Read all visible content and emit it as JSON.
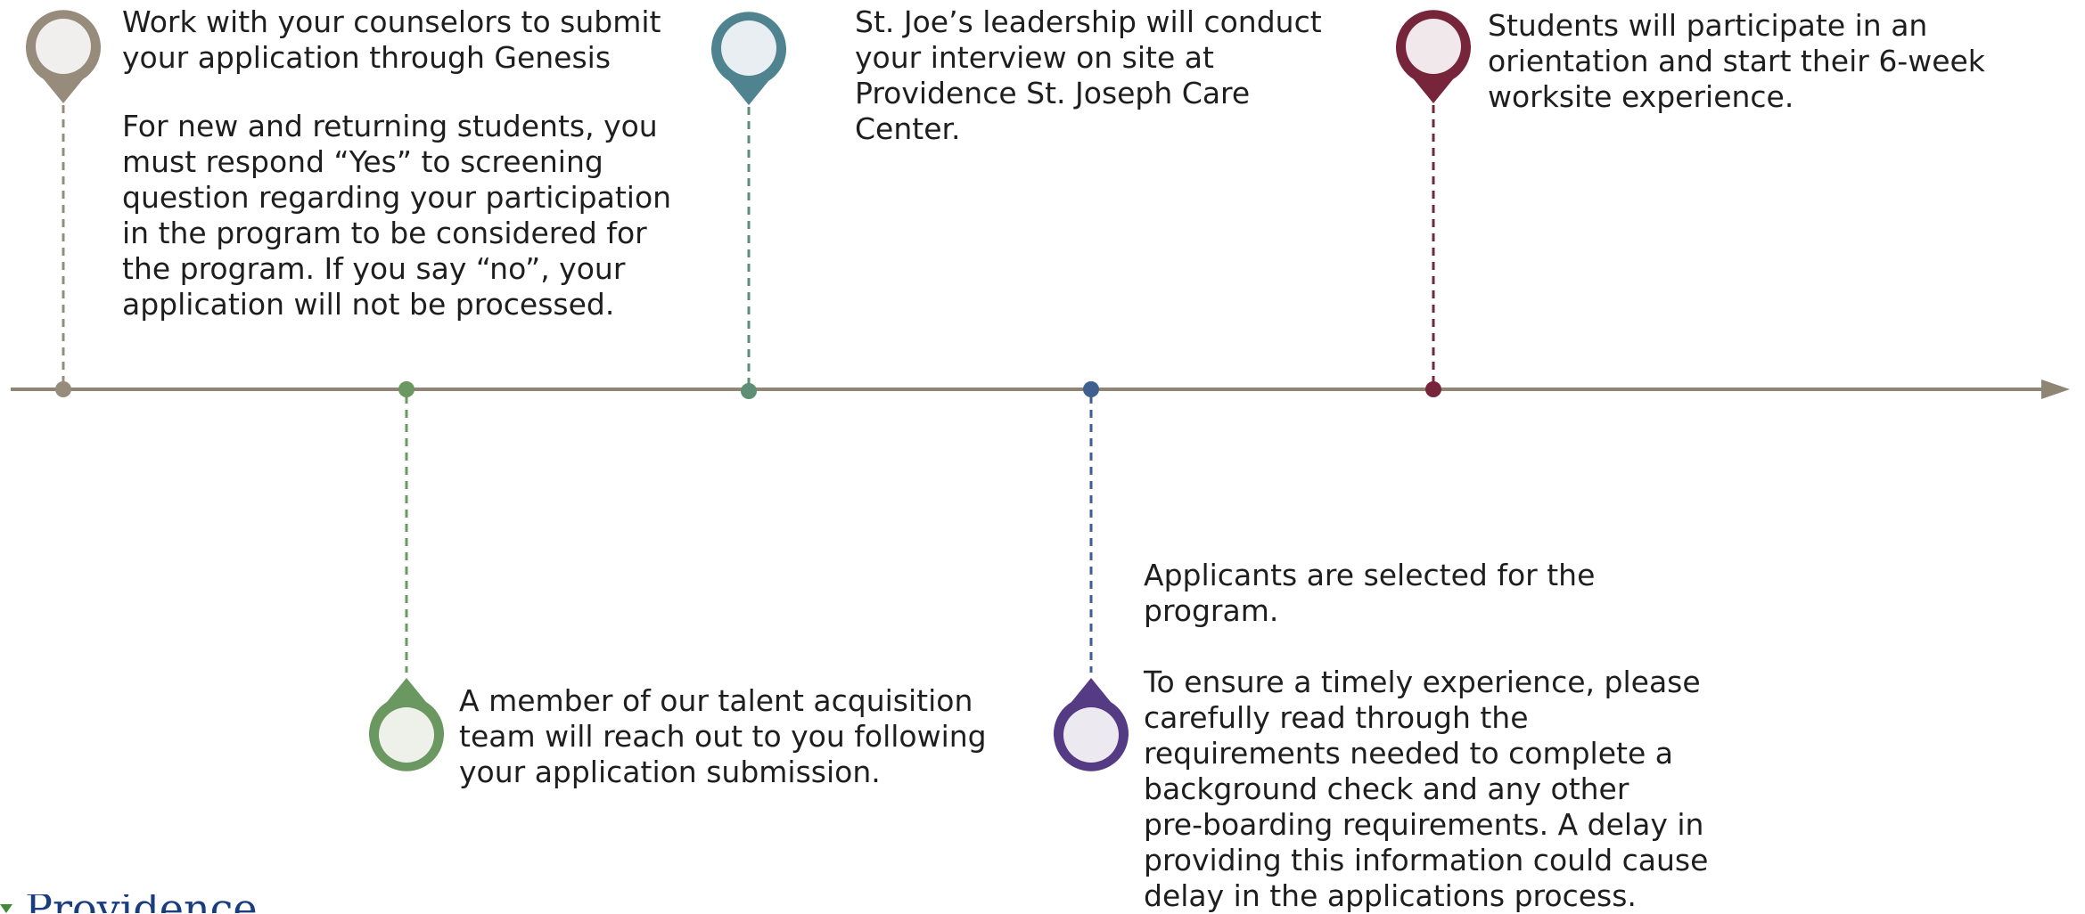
{
  "colors": {
    "axis": "#8e8574",
    "step1": "#978c7c",
    "step2": "#6b9760",
    "step3": "#4f8390",
    "step4": "#3f5f8e",
    "step4_pin": "#553a84",
    "step5": "#76253b"
  },
  "steps": [
    {
      "id": "step1",
      "text": "Work with your counselors to submit\nyour application through Genesis"
    },
    {
      "id": "step1-note",
      "text": "For new and returning students, you\nmust respond “Yes” to screening\nquestion regarding your participation\nin the program to be considered for\nthe program. If you say “no”, your\napplication will not be processed."
    },
    {
      "id": "step2",
      "text": "A member of our talent acquisition\nteam will reach out to you following\nyour application submission."
    },
    {
      "id": "step3",
      "text": "St. Joe’s leadership will conduct\nyour  interview on site at\nProvidence St.  Joseph Care\nCenter."
    },
    {
      "id": "step4",
      "text": "Applicants are selected for the\nprogram."
    },
    {
      "id": "step4-note",
      "text": "To ensure a timely experience, please\ncarefully read through the\nrequirements needed to complete a\nbackground check and any other\npre-boarding requirements. A delay in\nproviding this information could cause\ndelay in the applications process."
    },
    {
      "id": "step5",
      "text": "Students will participate in an\norientation and start their 6-week\nworksite experience."
    }
  ],
  "logo": {
    "text": "Providence",
    "icon": "providence-logo-icon"
  }
}
